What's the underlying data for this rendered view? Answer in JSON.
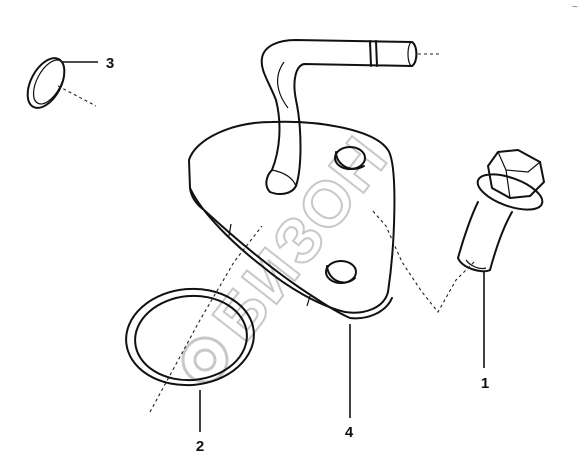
{
  "diagram": {
    "callouts": [
      {
        "id": "bolt",
        "label": "1"
      },
      {
        "id": "gasket",
        "label": "2"
      },
      {
        "id": "plug",
        "label": "3"
      },
      {
        "id": "pipe-flange",
        "label": "4"
      }
    ],
    "watermark": "БИЗОН",
    "corner_mark": "~"
  }
}
